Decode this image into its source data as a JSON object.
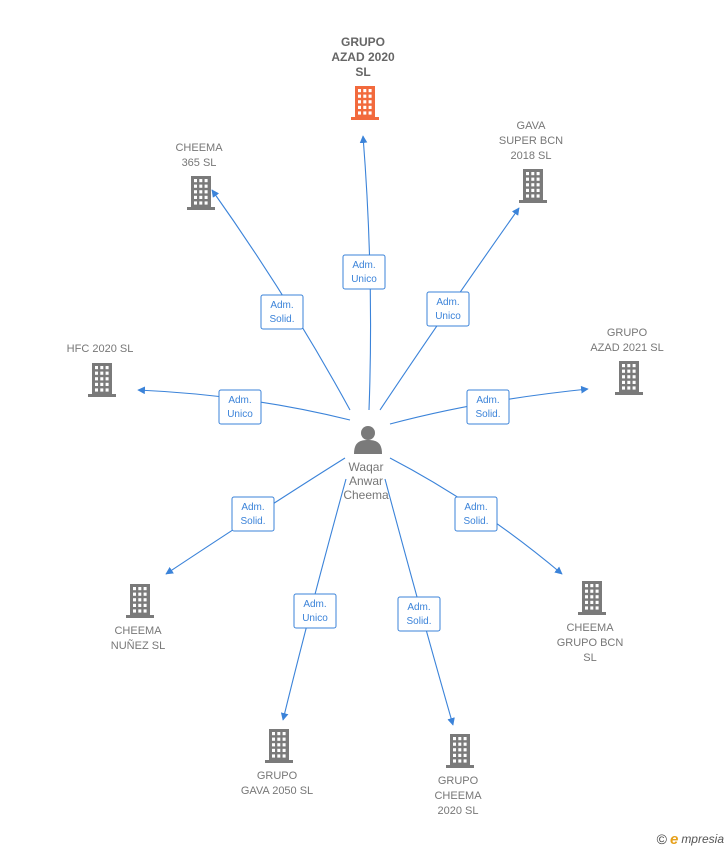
{
  "colors": {
    "edge": "#3b83d9",
    "building": "#7a7a7a",
    "building_main": "#f26a3d",
    "person": "#7a7a7a"
  },
  "center": {
    "name_lines": [
      "Waqar",
      "Anwar",
      "Cheema"
    ],
    "icon": "person-icon"
  },
  "nodes": [
    {
      "id": "grupo-azad-2020",
      "lines": [
        "GRUPO",
        "AZAD 2020",
        "SL"
      ],
      "main": true,
      "edge": [
        "Adm.",
        "Unico"
      ]
    },
    {
      "id": "cheema-365",
      "lines": [
        "CHEEMA",
        "365  SL"
      ],
      "main": false,
      "edge": [
        "Adm.",
        "Solid."
      ]
    },
    {
      "id": "gava-super-bcn",
      "lines": [
        "GAVA",
        "SUPER BCN",
        "2018  SL"
      ],
      "main": false,
      "edge": [
        "Adm.",
        "Unico"
      ]
    },
    {
      "id": "hfc-2020",
      "lines": [
        "HFC 2020  SL"
      ],
      "main": false,
      "edge": [
        "Adm.",
        "Unico"
      ]
    },
    {
      "id": "grupo-azad-2021",
      "lines": [
        "GRUPO",
        "AZAD 2021  SL"
      ],
      "main": false,
      "edge": [
        "Adm.",
        "Solid."
      ]
    },
    {
      "id": "cheema-nunez",
      "lines": [
        "CHEEMA",
        "NUÑEZ SL"
      ],
      "main": false,
      "edge": [
        "Adm.",
        "Solid."
      ]
    },
    {
      "id": "cheema-grupo-bcn",
      "lines": [
        "CHEEMA",
        "GRUPO BCN",
        "SL"
      ],
      "main": false,
      "edge": [
        "Adm.",
        "Solid."
      ]
    },
    {
      "id": "grupo-gava-2050",
      "lines": [
        "GRUPO",
        "GAVA 2050  SL"
      ],
      "main": false,
      "edge": [
        "Adm.",
        "Unico"
      ]
    },
    {
      "id": "grupo-cheema-2020",
      "lines": [
        "GRUPO",
        "CHEEMA",
        "2020  SL"
      ],
      "main": false,
      "edge": [
        "Adm.",
        "Solid."
      ]
    }
  ],
  "footer": {
    "copyright": "©",
    "brand_initial": "e",
    "brand_rest": "mpresia"
  }
}
